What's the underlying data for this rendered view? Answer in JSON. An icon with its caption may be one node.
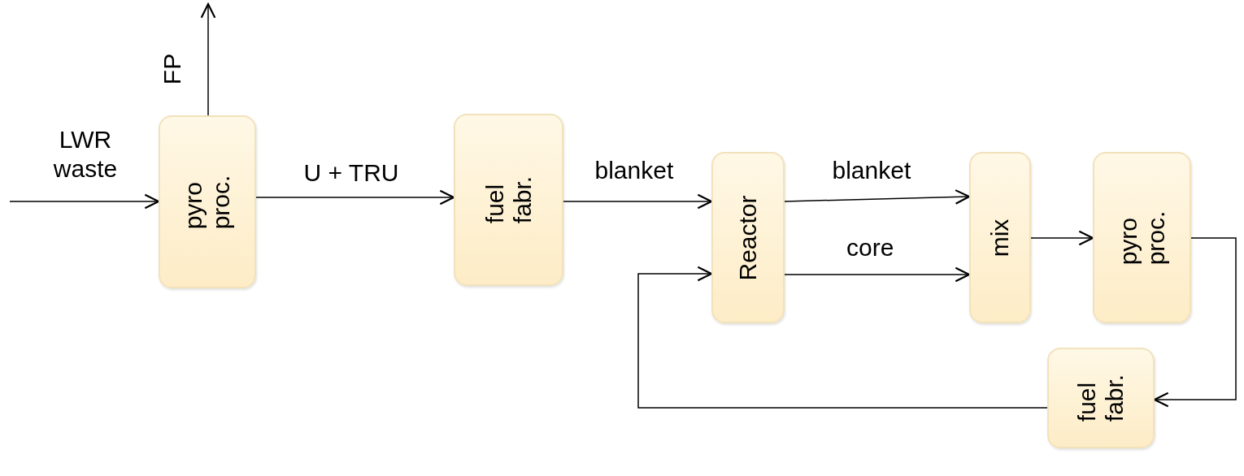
{
  "diagram": {
    "nodes": [
      {
        "text": [
          "pyro proc."
        ]
      },
      {
        "text": [
          "fuel fabr."
        ]
      },
      {
        "text": [
          "Reactor"
        ]
      },
      {
        "text": [
          "mix"
        ]
      },
      {
        "text": [
          "pyro proc."
        ]
      },
      {
        "text": [
          "fuel fabr."
        ]
      }
    ],
    "edges": [
      {
        "from": null,
        "to": 0,
        "arrow": "to",
        "label": "LWR waste"
      },
      {
        "from": 0,
        "to": null,
        "arrow": "to",
        "label": "FP"
      },
      {
        "from": 0,
        "to": 1,
        "arrow": "to",
        "label": "U + TRU"
      },
      {
        "from": 1,
        "to": 2,
        "arrow": "to",
        "label": "blanket"
      },
      {
        "from": 2,
        "to": 3,
        "arrow": "to",
        "label": "blanket"
      },
      {
        "from": 2,
        "to": 3,
        "arrow": "to",
        "label": "core"
      },
      {
        "from": 3,
        "to": 4,
        "arrow": "to"
      },
      {
        "from": 4,
        "to": 5,
        "arrow": "to"
      },
      {
        "from": 5,
        "to": 2,
        "arrow": "to"
      }
    ]
  }
}
